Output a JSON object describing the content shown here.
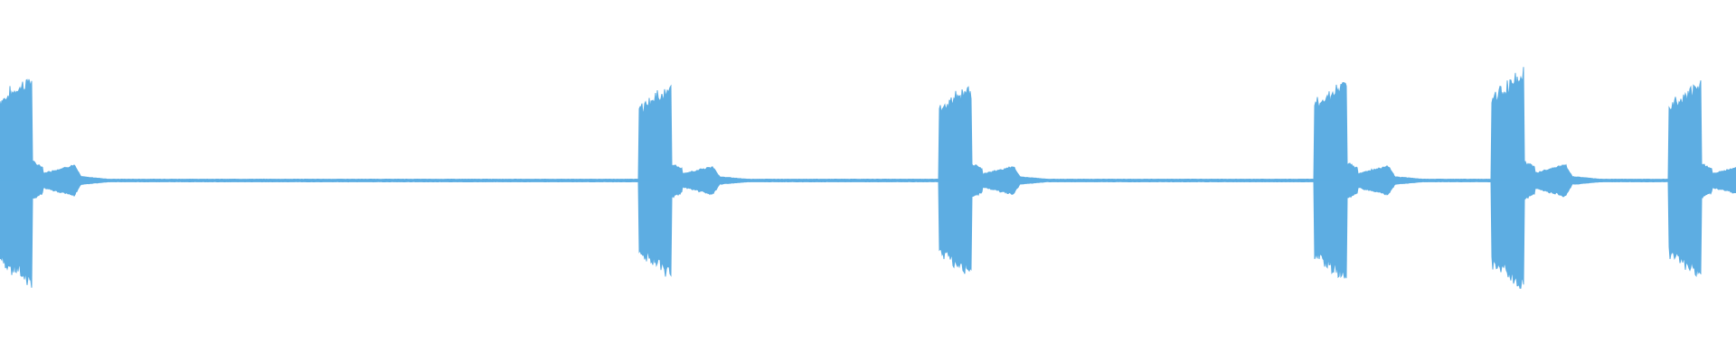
{
  "waveform": {
    "color": "#5DADE2",
    "background": "#FFFFFF",
    "bursts": [
      {
        "start": 0.0,
        "peak": 0.8,
        "decay": 0.55
      },
      {
        "start": 0.368,
        "peak": 0.72,
        "decay": 0.5
      },
      {
        "start": 0.541,
        "peak": 0.72,
        "decay": 0.5
      },
      {
        "start": 0.757,
        "peak": 0.76,
        "decay": 0.52
      },
      {
        "start": 0.859,
        "peak": 0.82,
        "decay": 0.55
      },
      {
        "start": 0.961,
        "peak": 0.74,
        "decay": 0.5
      }
    ],
    "noise_floor": 0.01
  }
}
